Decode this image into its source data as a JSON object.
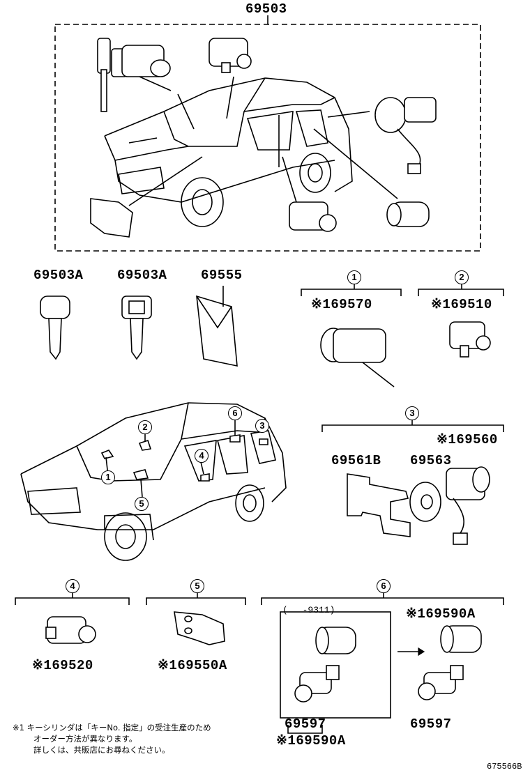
{
  "main_part": "69503",
  "labels": {
    "key_a1": "69503A",
    "key_a2": "69503A",
    "envelope": "69555",
    "p69570": "※169570",
    "p69510": "※169510",
    "p69560": "※169560",
    "p69561b": "69561B",
    "p69563": "69563",
    "p69520": "※169520",
    "p69550a": "※169550A",
    "p69590a_top": "※169590A",
    "p69597_left": "69597",
    "p69597_right": "69597",
    "p69590a_bottom": "※169590A",
    "date_range": "(　 -9311)"
  },
  "callouts": [
    "1",
    "2",
    "3",
    "4",
    "5",
    "6"
  ],
  "note": {
    "line1": "※1 キーシリンダは「キーNo. 指定」の受注生産のため",
    "line2": "オーダー方法が異なります。",
    "line3": "詳しくは、共販店にお尋ねください。"
  },
  "diagram_id": "675566B"
}
